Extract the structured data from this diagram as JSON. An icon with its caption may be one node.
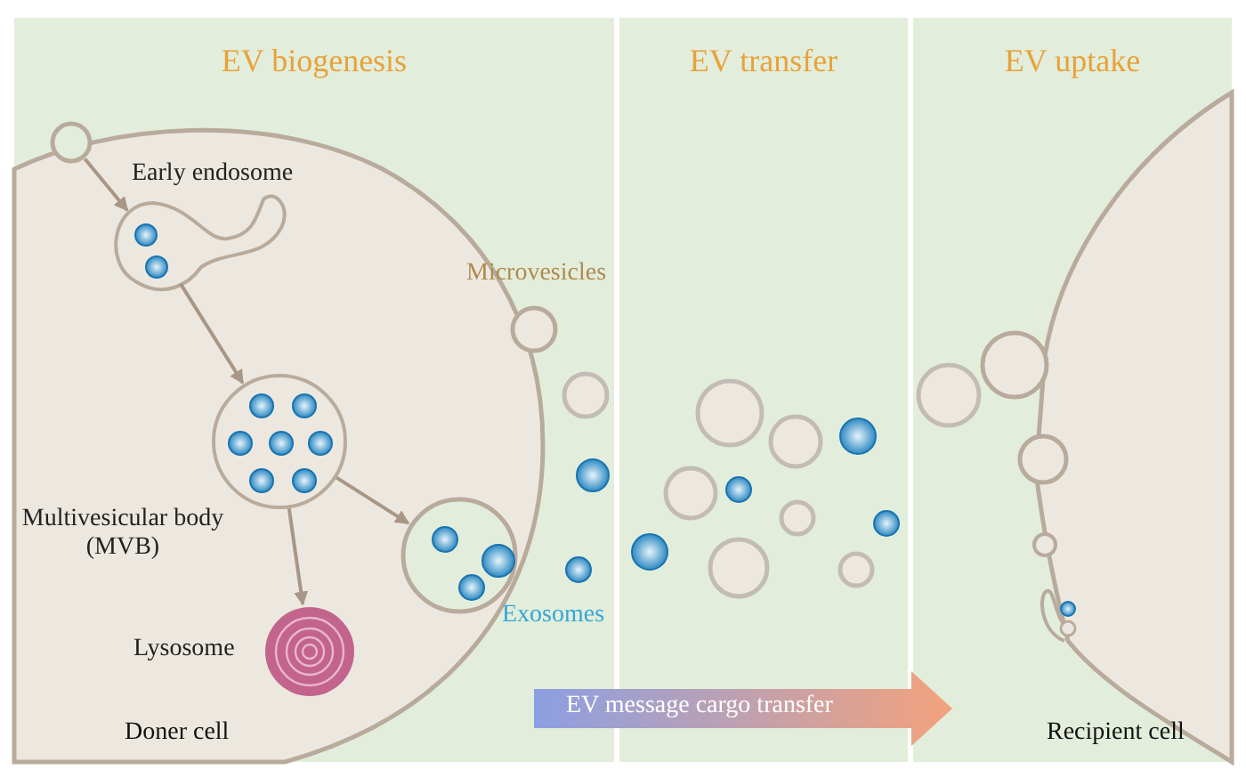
{
  "diagram": {
    "nodes": [
      {
        "text": [
          "EV biogenesis"
        ]
      },
      {
        "text": [
          "EV transfer"
        ]
      },
      {
        "text": [
          "EV uptake"
        ]
      },
      {
        "text": [],
        "shape": "circle",
        "in": 0
      },
      {
        "text": [
          "Early endosome"
        ],
        "in": 0
      },
      {
        "text": [
          "Multivesicular body (MVB)"
        ],
        "in": 0
      },
      {
        "text": [
          "Lysosome"
        ],
        "in": 0
      },
      {
        "text": [],
        "shape": "circle",
        "in": 0
      }
    ],
    "edges": [
      {
        "from": 3,
        "to": 4,
        "arrow": "to"
      },
      {
        "from": 4,
        "to": 5,
        "arrow": "to"
      },
      {
        "from": 5,
        "to": 6,
        "arrow": "to"
      },
      {
        "from": 5,
        "to": 7,
        "arrow": "to"
      }
    ],
    "labels": [
      "Microvesicles",
      "Exosomes",
      "EV message cargo transfer",
      "Doner cell",
      "Recipient cell"
    ]
  }
}
